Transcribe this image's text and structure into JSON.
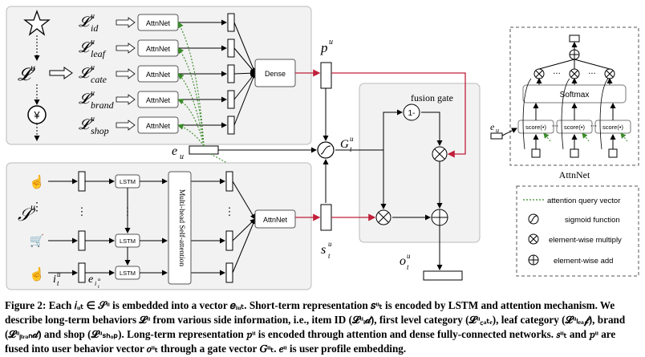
{
  "long_term": {
    "symbol": "𝓛",
    "sup": "u",
    "behaviors": [
      {
        "sub": "id",
        "attn": "AttnNet"
      },
      {
        "sub": "leaf",
        "attn": "AttnNet"
      },
      {
        "sub": "cate",
        "attn": "AttnNet"
      },
      {
        "sub": "brand",
        "attn": "AttnNet"
      },
      {
        "sub": "shop",
        "attn": "AttnNet"
      }
    ],
    "dense_label": "Dense",
    "output": {
      "base": "p",
      "sup": "u"
    },
    "yuan_glyph": "¥"
  },
  "profile": {
    "base": "e",
    "sub": "u"
  },
  "short_term": {
    "symbol": "𝒮",
    "sup": "u",
    "lstm_label": "LSTM",
    "self_attention_label": "Multi-head Self-attention",
    "attn_label": "AttnNet",
    "item": {
      "base": "i",
      "sub": "t",
      "sup": "u"
    },
    "item_emb": {
      "base": "e",
      "sub": "i",
      "subsub": "t",
      "subsup": "u"
    },
    "output": {
      "base": "s",
      "sub": "t",
      "sup": "u"
    },
    "ellipsis": "⋮"
  },
  "fusion": {
    "title": "fusion gate",
    "one_minus": "1-",
    "gate": {
      "base": "G",
      "sub": "t",
      "sup": "u"
    },
    "output": {
      "base": "o",
      "sub": "t",
      "sup": "u"
    }
  },
  "attnnet_detail": {
    "title": "AttnNet",
    "softmax": "Softmax",
    "score": "score(•)",
    "dots": "···",
    "input": {
      "base": "e",
      "sub": "u"
    }
  },
  "legend": {
    "items": [
      {
        "symbol": "dotted-line",
        "text": "attention query vector"
      },
      {
        "symbol": "sigmoid",
        "text": "sigmoid function"
      },
      {
        "symbol": "multiply",
        "text": "element-wise multiply"
      },
      {
        "symbol": "add",
        "text": "element-wise add"
      }
    ]
  },
  "caption": {
    "figure_label": "Figure 2:",
    "text": "Each 𝑖ᵤₜ ∈ 𝒮ᵘ is embedded into a vector 𝑒ᵢᵤₜ. Short-term representation 𝑠ᵘₜ is encoded by LSTM and attention mechanism. We describe long-term behaviors 𝓛ᵘ from various side information, i.e., item ID (𝓛ᵘᵢ𝒹), first level category (𝓛ᵘ꜀ₐₜₑ), leaf category (𝓛ᵘₗₑₐ𝒻), brand (𝓛ᵘᵦᵣₐₙ𝒹) and shop (𝓛ᵘₛₕₒₚ). Long-term representation 𝑝ᵘ is encoded through attention and dense fully-connected networks. 𝑠ᵘₜ and 𝑝ᵘ are fused into user behavior vector 𝑜ᵘₜ through a gate vector 𝐺ᵘₜ. 𝑒ᵘ is user profile embedding."
  },
  "colors": {
    "red": "#c0203a",
    "green_dotted": "#3a8a2a",
    "panel_fill": "#f2f2f2",
    "box_stroke": "#555555"
  }
}
